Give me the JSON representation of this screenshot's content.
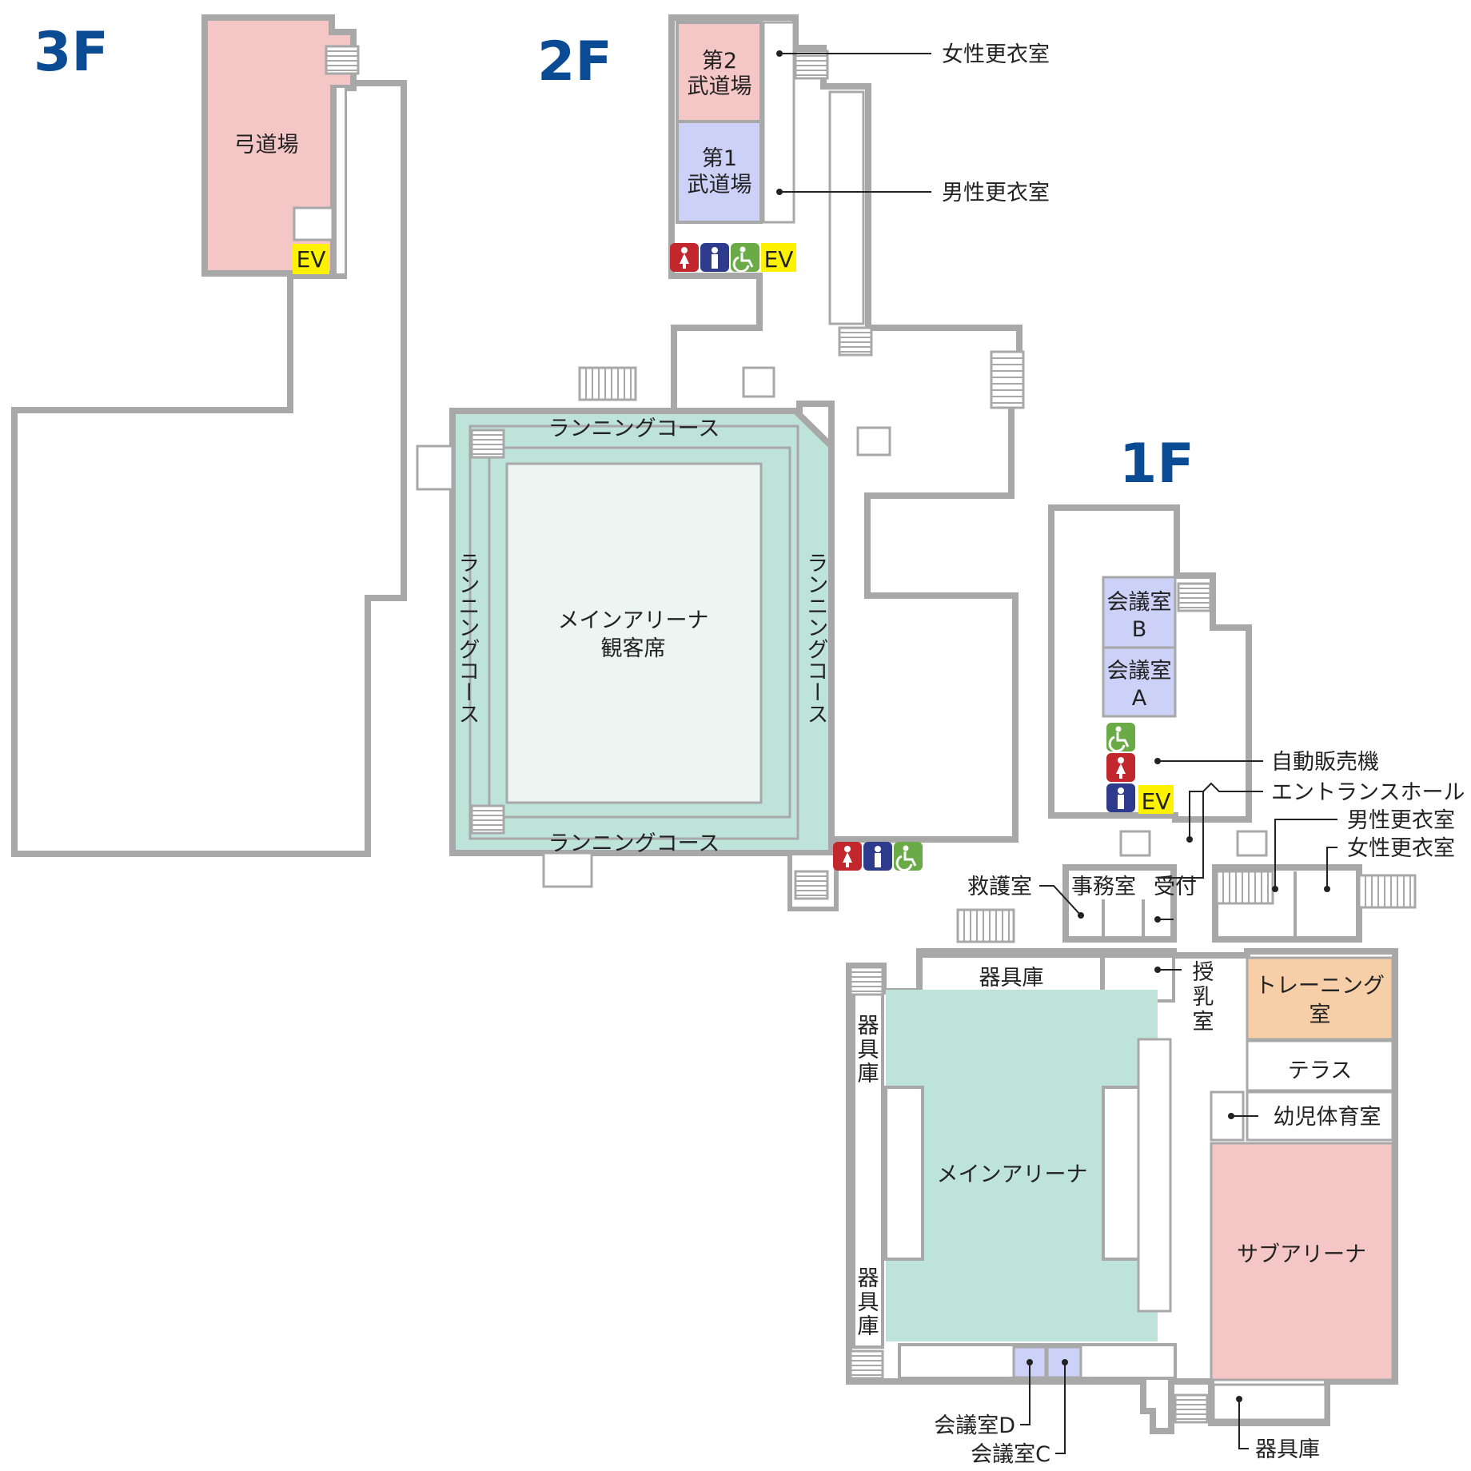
{
  "floors": {
    "f3": "3F",
    "f2": "2F",
    "f1": "1F"
  },
  "colors": {
    "wall": "#a8a8a8",
    "pink": "#f5c6c6",
    "lavender": "#ccd1f7",
    "mint": "#bee3d8",
    "mint_light": "#ecf5f2",
    "peach": "#f6cea7",
    "ev_yellow": "#fff200",
    "wc_red": "#c1272d",
    "wc_blue": "#2e3a8c",
    "wc_green": "#6aab47",
    "floor_blue": "#0b4b94"
  },
  "icons": {
    "women": "women-restroom-icon",
    "men": "men-restroom-icon",
    "accessible": "accessible-restroom-icon",
    "stairs": "stairs-icon"
  },
  "f3": {
    "kyudojo": "弓道場",
    "ev": "EV"
  },
  "f2": {
    "budojo2_line1": "第2",
    "budojo2_line2": "武道場",
    "budojo1_line1": "第1",
    "budojo1_line2": "武道場",
    "ev": "EV",
    "women_locker": "女性更衣室",
    "men_locker": "男性更衣室",
    "running_course": "ランニングコース",
    "running_course_vertical": "ランニングコース",
    "arena_seats_line1": "メインアリーナ",
    "arena_seats_line2": "観客席"
  },
  "f1": {
    "meeting_b_line1": "会議室",
    "meeting_b_line2": "B",
    "meeting_a_line1": "会議室",
    "meeting_a_line2": "A",
    "ev": "EV",
    "vending": "自動販売機",
    "entrance_hall": "エントランスホール",
    "men_locker": "男性更衣室",
    "women_locker": "女性更衣室",
    "first_aid": "救護室",
    "office": "事務室",
    "reception": "受付",
    "equipment_top": "器具庫",
    "nursing_line1": "授",
    "nursing_line2": "乳",
    "nursing_line3": "室",
    "training_line1": "トレーニング",
    "training_line2": "室",
    "terrace": "テラス",
    "kids_gym": "幼児体育室",
    "equipment_left_a": [
      "器",
      "具",
      "庫"
    ],
    "equipment_left_b": [
      "器",
      "具",
      "庫"
    ],
    "main_arena": "メインアリーナ",
    "sub_arena": "サブアリーナ",
    "meeting_d": "会議室D",
    "meeting_c": "会議室C",
    "equipment_bottom": "器具庫"
  }
}
